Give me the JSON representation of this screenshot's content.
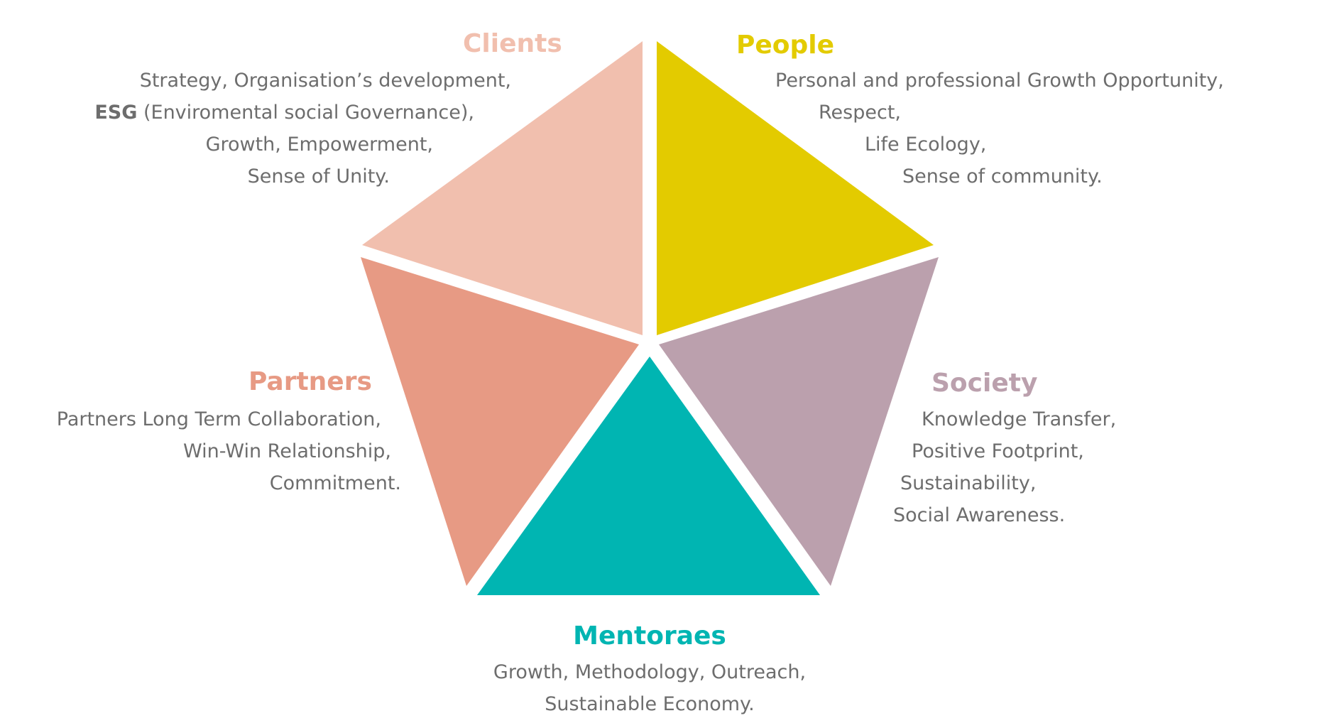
{
  "colors": {
    "clients": "#F1BFAE",
    "people": "#E3CB00",
    "society": "#BBA0AD",
    "mentoraes": "#00B5B2",
    "partners": "#E79A84",
    "text": "#6d6d6d"
  },
  "clients": {
    "title": "Clients",
    "line1": "Strategy, Organisation’s development,",
    "line2_bold": "ESG",
    "line2_rest": " (Enviromental social Governance),",
    "line3": "Growth, Empowerment,",
    "line4": "Sense of Unity."
  },
  "people": {
    "title": "People",
    "line1": "Personal and professional Growth  Opportunity,",
    "line2": "Respect,",
    "line3": "Life Ecology,",
    "line4": "Sense of community."
  },
  "partners": {
    "title": "Partners",
    "line1": "Partners Long Term Collaboration,",
    "line2": "Win-Win Relationship,",
    "line3": "Commitment."
  },
  "society": {
    "title": "Society",
    "line1": "Knowledge Transfer,",
    "line2": "Positive Footprint,",
    "line3": "Sustainability,",
    "line4": "Social Awareness."
  },
  "mentoraes": {
    "title": "Mentoraes",
    "line1": "Growth, Methodology, Outreach,",
    "line2": "Sustainable Economy."
  }
}
